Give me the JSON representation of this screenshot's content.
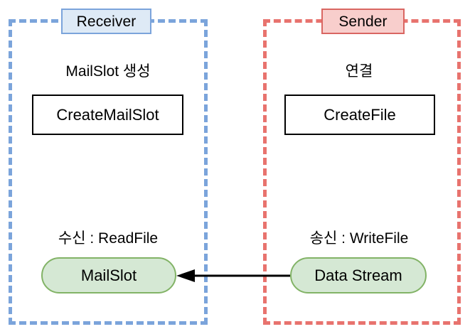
{
  "diagram": {
    "title_receiver_badge": "Receiver",
    "title_sender_badge": "Sender",
    "colors": {
      "receiver_border": "#7BA4DB",
      "receiver_badge_fill": "#DEEAF6",
      "sender_border": "#E8736E",
      "sender_badge_fill": "#F8CECC",
      "pill_fill": "#D5E8D4",
      "pill_border": "#82B366",
      "box_fill": "#FFFFFF",
      "box_border": "#000000",
      "arrow": "#000000",
      "background": "#FFFFFF"
    },
    "receiver": {
      "step_caption": "MailSlot 생성",
      "api_call": "CreateMailSlot",
      "io_caption": "수신 : ReadFile",
      "node_label": "MailSlot"
    },
    "sender": {
      "step_caption": "연결",
      "api_call": "CreateFile",
      "io_caption": "송신 : WriteFile",
      "node_label": "Data Stream"
    },
    "flow": {
      "arrow_direction": "right-to-left",
      "arrow_from": "Data Stream",
      "arrow_to": "MailSlot"
    }
  }
}
